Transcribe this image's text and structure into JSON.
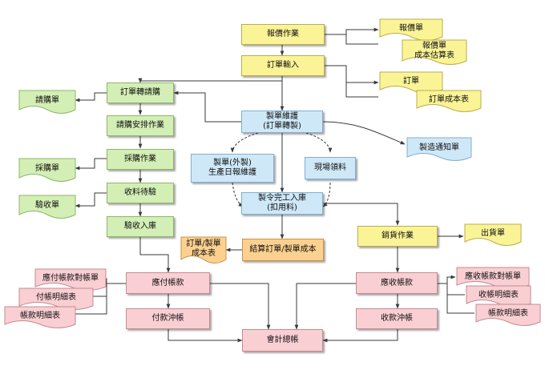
{
  "colors": {
    "yellow": "#fbf497",
    "green": "#d4efb5",
    "blue": "#cfe8f8",
    "orange": "#fcd08f",
    "pink": "#f9cfd3",
    "line": "#3a3a3a"
  },
  "nodes": {
    "quote_op": "報價作業",
    "quote_doc": "報價單",
    "quote_cost_doc": "報價單\n成本估算表",
    "order_input": "訂單輸入",
    "order_doc": "訂單",
    "order_cost_doc": "訂單成本表",
    "order_to_request": "訂單轉請購",
    "request_doc": "請購單",
    "purchase_arrange": "請購安排作業",
    "purchase_op": "採購作業",
    "purchase_doc": "採購單",
    "receiving": "收料待驗",
    "acceptance_doc": "驗收單",
    "inbound": "驗收入庫",
    "work_order": "製單維護\n(訂單轉製)",
    "work_notice_doc": "製造通知單",
    "outsource": "製單(外製)\n生產日報維護",
    "site_material": "現場領料",
    "completion": "製令完工入庫\n(扣用料)",
    "close_order": "結算訂單/製單成本",
    "order_cost_table": "訂單/製單\n成本表",
    "sales_op": "銷貨作業",
    "shipping_doc": "出貨單",
    "payable": "應付帳款",
    "payable_recon": "應付帳款對帳單",
    "payment_detail": "付帳明細表",
    "account_detail_left": "帳款明細表",
    "payment_off": "付款沖帳",
    "receivable": "應收帳款",
    "receivable_recon": "應收帳款對帳單",
    "collection_detail": "收帳明細表",
    "account_detail_right": "帳款明細表",
    "collection_off": "收款沖帳",
    "ledger": "會計總帳"
  }
}
